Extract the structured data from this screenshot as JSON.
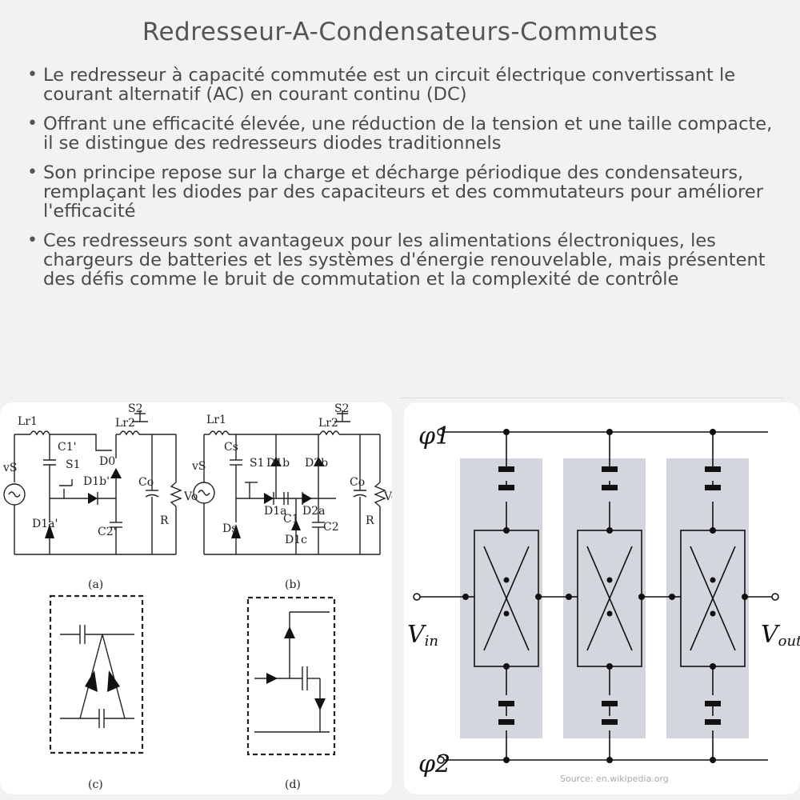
{
  "title": "Redresseur-A-Condensateurs-Commutes",
  "bullets": [
    "Le redresseur à capacité commutée est un circuit électrique convertissant le courant alternatif (AC) en courant continu (DC)",
    "Offrant une efficacité élevée, une réduction de la tension et une taille compacte, il se distingue des redresseurs diodes traditionnels",
    "Son principe repose sur la charge et décharge périodique des condensateurs, remplaçant les diodes par des capaciteurs et des commutateurs pour améliorer l'efficacité",
    "Ces redresseurs sont avantageux pour les alimentations électroniques, les chargeurs de batteries et les systèmes d'énergie renouvelable, mais présentent des défis comme le bruit de commutation et la complexité de contrôle"
  ],
  "left_figure": {
    "captions": [
      "(a)",
      "(b)",
      "(c)",
      "(d)"
    ],
    "circuit_a_labels": {
      "source": "vS",
      "l1": "Lr1",
      "c1": "C1'",
      "s1": "S1",
      "d1b": "D1b'",
      "d0": "D0",
      "d1a": "D1a'",
      "c2": "C2'",
      "s2": "S2",
      "l2": "Lr2",
      "co": "Co",
      "r": "R",
      "vo": "Vo"
    },
    "circuit_b_labels": {
      "source": "vS",
      "l1": "Lr1",
      "cs": "Cs",
      "s1": "S1",
      "d1b": "D1b",
      "d1a": "D1a",
      "c1": "C1",
      "d1c": "D1c",
      "d2a": "D2a",
      "d2b": "D2b",
      "c2": "C2",
      "ds": "Ds",
      "s2": "S2",
      "l2": "Lr2",
      "co": "Co",
      "r": "R",
      "vo": "Vo"
    }
  },
  "right_figure": {
    "phi1": "φ1",
    "phi2": "φ2",
    "vin": "V",
    "vin_sub": "in",
    "vout": "V",
    "vout_sub": "out",
    "source": "Source: en.wikipedia.org"
  }
}
